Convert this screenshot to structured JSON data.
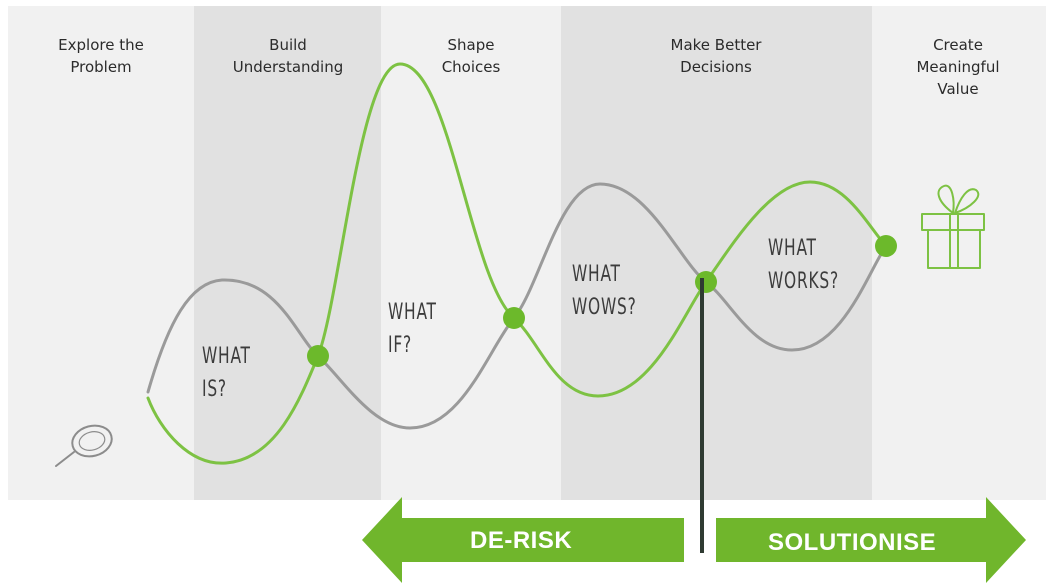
{
  "phases": [
    {
      "title": "Explore the\nProblem"
    },
    {
      "title": "Build\nUnderstanding"
    },
    {
      "title": "Shape\nChoices"
    },
    {
      "title": "Make Better\nDecisions"
    },
    {
      "title": "Create\nMeaningful\nValue"
    }
  ],
  "questions": {
    "what_is": "WHAT\nIS?",
    "what_if": "WHAT\nIF?",
    "what_wows": "WHAT\nWOWS?",
    "what_works": "WHAT\nWORKS?"
  },
  "arrows": {
    "left_label": "DE-RISK",
    "right_label": "SOLUTIONISE"
  },
  "colors": {
    "green_curve": "#7dc243",
    "gray_curve": "#9a9a9a",
    "arrow_green": "#70b62c",
    "node_green": "#6cb92b",
    "band_light": "#f1f1f1",
    "band_dark": "#e1e1e1"
  },
  "icons": {
    "start": "magnifying-glass-icon",
    "end": "gift-box-icon"
  }
}
